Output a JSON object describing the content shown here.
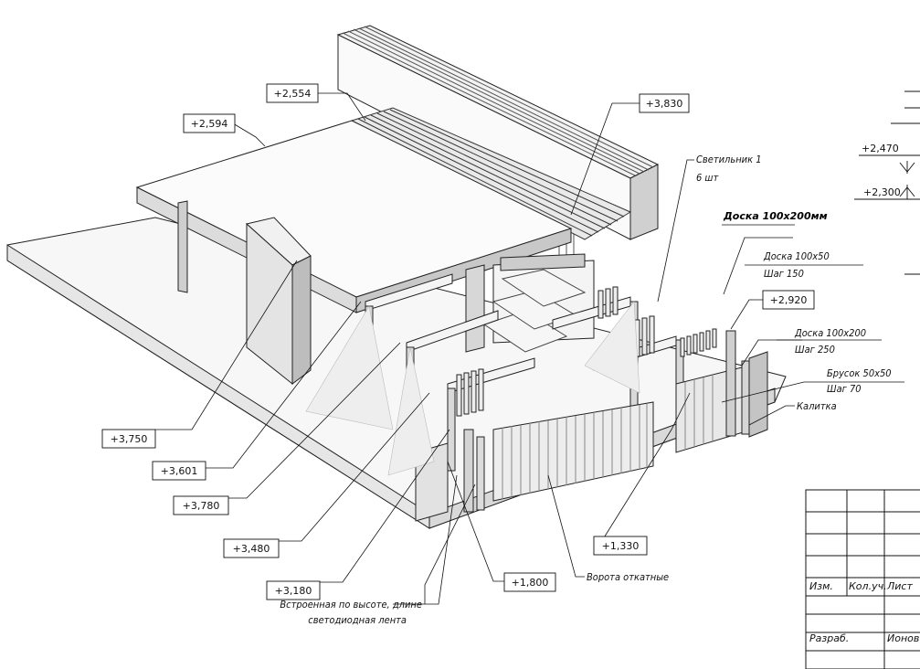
{
  "level_tags": {
    "t2554": "+2,554",
    "t2594": "+2,594",
    "t3830": "+3,830",
    "t2920": "+2,920",
    "t3750": "+3,750",
    "t3601": "+3,601",
    "t3780": "+3,780",
    "t3480": "+3,480",
    "t3180": "+3,180",
    "t1800": "+1,800",
    "t1330": "+1,330"
  },
  "side_marks": {
    "m2470": "+2,470",
    "m2300": "+2,300"
  },
  "callouts": {
    "lamp_line1": "Светильник 1",
    "lamp_line2": "6 шт",
    "board_bold": "Доска 100х200мм",
    "board50_line1": "Доска 100х50",
    "board50_line2": "Шаг 150",
    "board200_line1": "Доска 100х200",
    "board200_line2": "Шаг 250",
    "beam_line1": "Брусок 50х50",
    "beam_line2": "Шаг 70",
    "wicket": "Калитка",
    "gates": "Ворота откатные",
    "led_line1": "Встроенная по высоте, длине",
    "led_line2": "светодиодная лента"
  },
  "title_block": {
    "izm": "Изм.",
    "koluch": "Кол.уч.",
    "list": "Лист",
    "razrab": "Разраб.",
    "name": "Ионов"
  }
}
